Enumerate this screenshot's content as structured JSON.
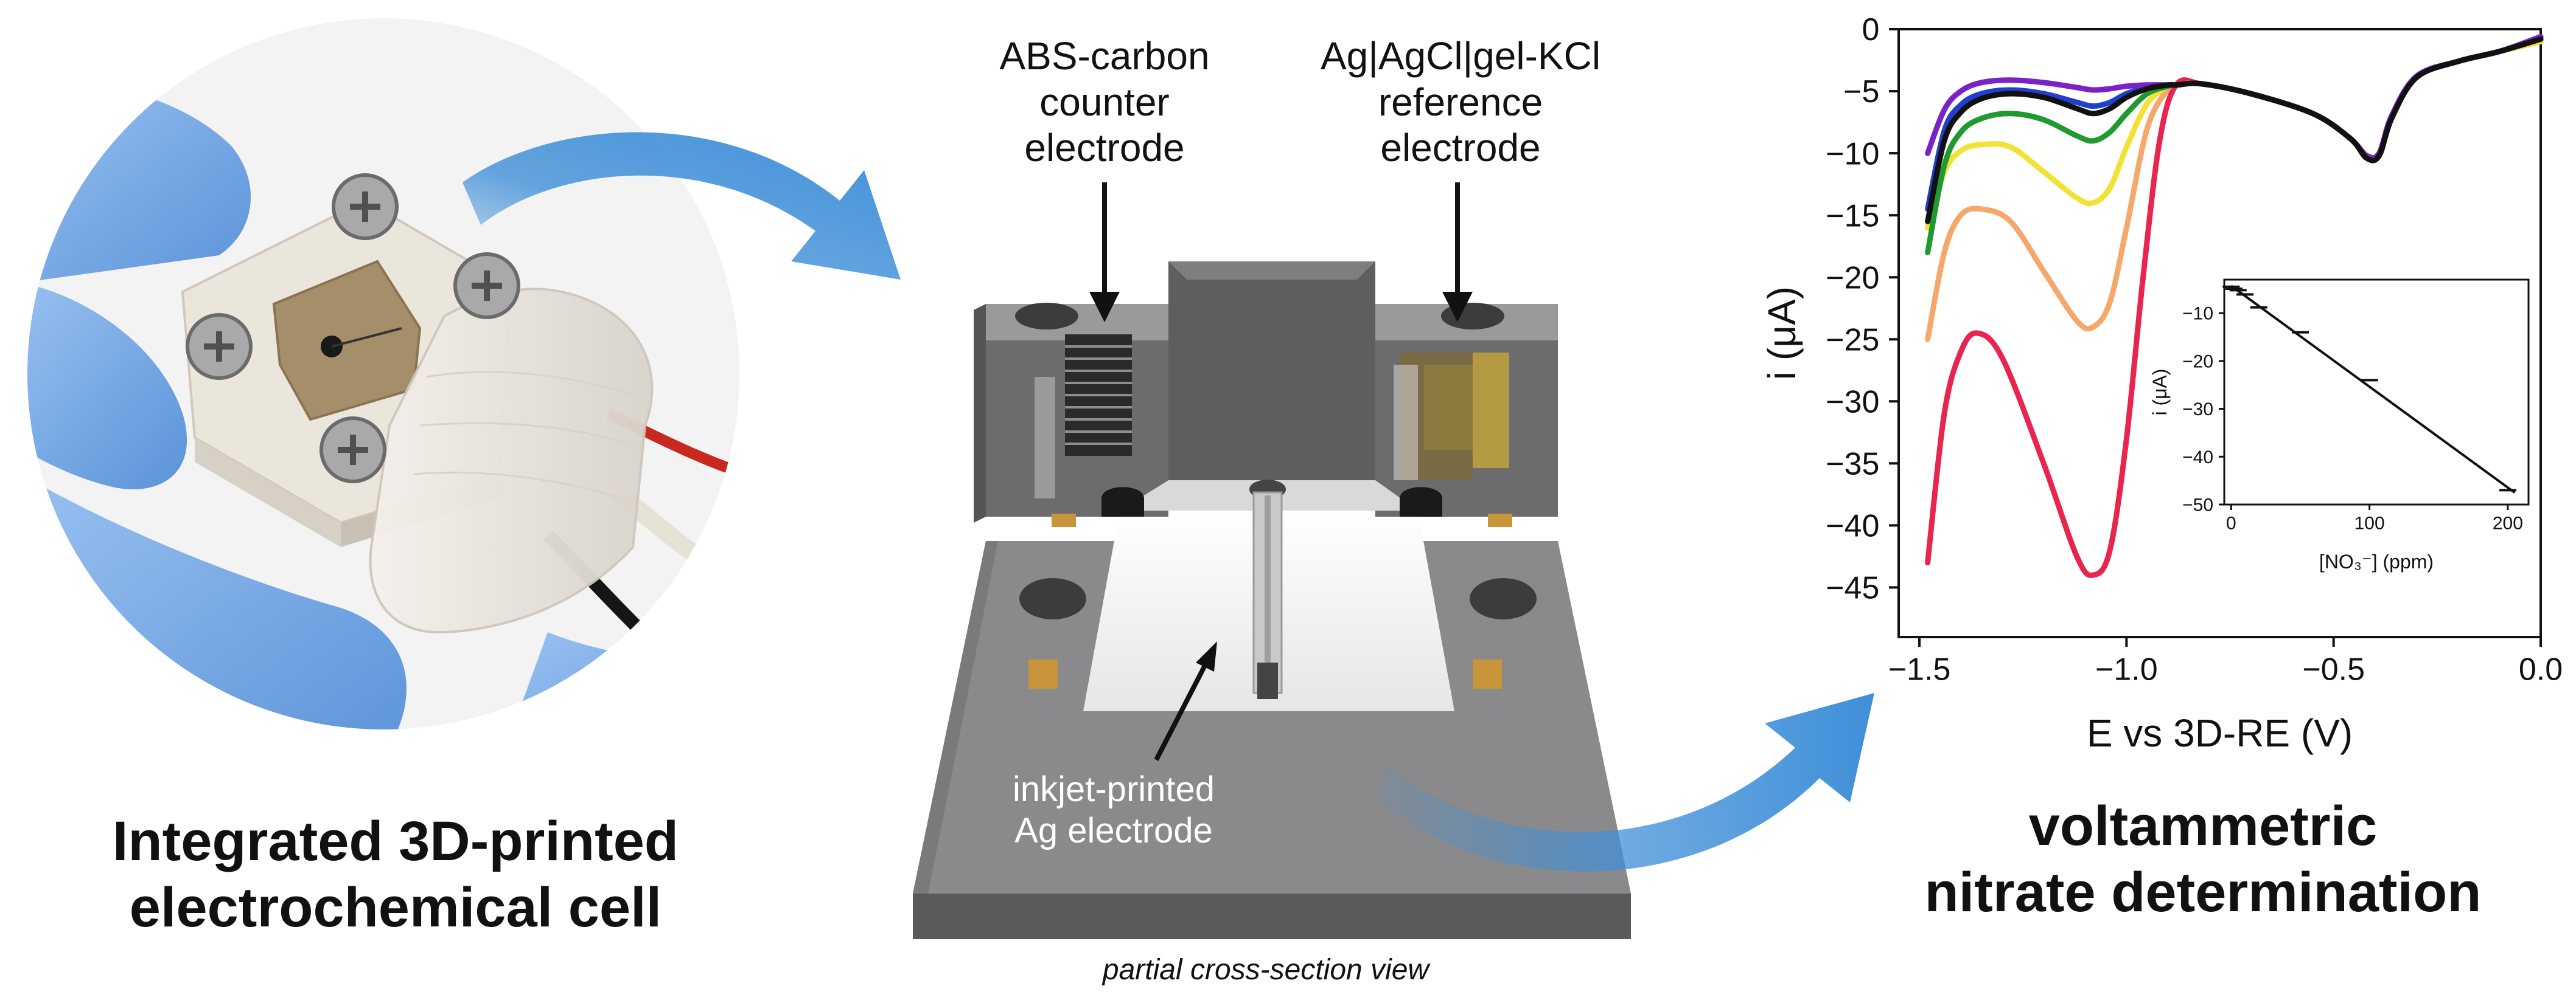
{
  "panels": {
    "left_title_line1": "Integrated 3D-printed",
    "left_title_line2": "electrochemical cell",
    "counter_top": "ABS-carbon",
    "counter_mid": "counter",
    "counter_bot": "electrode",
    "ref_top": "Ag|AgCl|gel-KCl",
    "ref_mid": "reference",
    "ref_bot": "electrode",
    "ink_top": "inkjet-printed",
    "ink_bot": "Ag electrode",
    "section_caption": "partial cross-section view",
    "right_title_line1": "voltammetric",
    "right_title_line2": "nitrate determination"
  },
  "colors": {
    "arrow_blue": "#3f8fd8",
    "glove_blue": "#7fb0ea",
    "cell_white": "#ece8df",
    "grey_block": "#6f6f71",
    "dark_grey": "#4a4a4c",
    "paper": "#f2f2f2",
    "gold_pad": "#c9953b"
  },
  "chart_data": [
    {
      "type": "line",
      "title": "",
      "xlabel": "E vs 3D-RE (V)",
      "ylabel": "i (μA)",
      "xlim": [
        -1.55,
        0.0
      ],
      "ylim": [
        -49,
        0
      ],
      "xticks": [
        -1.5,
        -1.0,
        -0.5,
        0.0
      ],
      "xtick_labels": [
        "−1.5",
        "−1.0",
        "−0.5",
        "0.0"
      ],
      "yticks": [
        0,
        -5,
        -10,
        -15,
        -20,
        -25,
        -30,
        -35,
        -40,
        -45
      ],
      "ytick_labels": [
        "0",
        "−5",
        "−10",
        "−15",
        "−20",
        "−25",
        "−30",
        "−35",
        "−40",
        "−45"
      ],
      "grid": false,
      "series": [
        {
          "color": "#e8244f",
          "x": [
            -1.48,
            -1.44,
            -1.4,
            -1.36,
            -1.3,
            -1.2,
            -1.12,
            -1.08,
            -1.04,
            -1.0,
            -0.96,
            -0.92,
            -0.88,
            -0.82,
            -0.7,
            -0.55,
            -0.46,
            -0.42,
            -0.39,
            -0.36,
            -0.3,
            -0.2,
            -0.1,
            0.0
          ],
          "y": [
            -43.0,
            -31.0,
            -26.0,
            -24.5,
            -26.5,
            -35.0,
            -42.5,
            -44.0,
            -42.0,
            -33.0,
            -20.0,
            -9.0,
            -4.5,
            -4.4,
            -5.2,
            -6.8,
            -8.8,
            -10.2,
            -10.0,
            -7.0,
            -3.8,
            -2.6,
            -1.8,
            -0.9
          ]
        },
        {
          "color": "#f5a86a",
          "x": [
            -1.48,
            -1.44,
            -1.4,
            -1.35,
            -1.28,
            -1.2,
            -1.12,
            -1.08,
            -1.04,
            -1.0,
            -0.95,
            -0.9,
            -0.88,
            -0.82,
            -0.7,
            -0.55,
            -0.46,
            -0.42,
            -0.39,
            -0.36,
            -0.3,
            -0.2,
            -0.1,
            0.0
          ],
          "y": [
            -25.0,
            -18.0,
            -15.0,
            -14.5,
            -15.5,
            -19.5,
            -23.5,
            -24.0,
            -22.0,
            -16.0,
            -8.0,
            -4.8,
            -4.5,
            -4.4,
            -5.2,
            -6.8,
            -8.8,
            -10.2,
            -10.0,
            -7.0,
            -3.8,
            -2.6,
            -1.8,
            -1.0
          ]
        },
        {
          "color": "#f2e233",
          "x": [
            -1.48,
            -1.44,
            -1.4,
            -1.35,
            -1.28,
            -1.2,
            -1.12,
            -1.08,
            -1.04,
            -1.0,
            -0.95,
            -0.9,
            -0.88,
            -0.82,
            -0.7,
            -0.55,
            -0.46,
            -0.42,
            -0.39,
            -0.36,
            -0.3,
            -0.2,
            -0.1,
            0.0
          ],
          "y": [
            -16.0,
            -11.5,
            -9.8,
            -9.3,
            -9.5,
            -11.5,
            -13.6,
            -14.0,
            -12.8,
            -9.5,
            -6.0,
            -4.6,
            -4.5,
            -4.4,
            -5.2,
            -6.8,
            -8.8,
            -10.2,
            -10.0,
            -7.0,
            -3.8,
            -2.6,
            -1.8,
            -1.0
          ]
        },
        {
          "color": "#1f9a2e",
          "x": [
            -1.48,
            -1.44,
            -1.4,
            -1.35,
            -1.28,
            -1.2,
            -1.12,
            -1.08,
            -1.04,
            -1.0,
            -0.95,
            -0.9,
            -0.88,
            -0.82,
            -0.7,
            -0.55,
            -0.46,
            -0.42,
            -0.39,
            -0.36,
            -0.3,
            -0.2,
            -0.1,
            0.0
          ],
          "y": [
            -18.0,
            -11.0,
            -8.3,
            -7.2,
            -6.8,
            -7.3,
            -8.6,
            -9.0,
            -8.3,
            -6.8,
            -5.2,
            -4.6,
            -4.5,
            -4.4,
            -5.2,
            -6.8,
            -8.8,
            -10.2,
            -10.0,
            -7.0,
            -3.8,
            -2.6,
            -1.8,
            -0.8
          ]
        },
        {
          "color": "#1f3fd0",
          "x": [
            -1.48,
            -1.44,
            -1.4,
            -1.35,
            -1.28,
            -1.2,
            -1.12,
            -1.08,
            -1.04,
            -1.0,
            -0.95,
            -0.9,
            -0.88,
            -0.82,
            -0.7,
            -0.55,
            -0.46,
            -0.42,
            -0.39,
            -0.36,
            -0.3,
            -0.2,
            -0.1,
            0.0
          ],
          "y": [
            -14.5,
            -8.2,
            -6.1,
            -5.2,
            -4.9,
            -5.2,
            -5.9,
            -6.2,
            -5.9,
            -5.2,
            -4.7,
            -4.5,
            -4.5,
            -4.4,
            -5.2,
            -6.8,
            -8.8,
            -10.2,
            -10.0,
            -7.0,
            -3.8,
            -2.6,
            -1.8,
            -0.7
          ]
        },
        {
          "color": "#7a22c8",
          "x": [
            -1.48,
            -1.44,
            -1.4,
            -1.35,
            -1.28,
            -1.2,
            -1.12,
            -1.08,
            -1.04,
            -1.0,
            -0.95,
            -0.9,
            -0.88,
            -0.82,
            -0.7,
            -0.55,
            -0.46,
            -0.42,
            -0.39,
            -0.36,
            -0.3,
            -0.2,
            -0.1,
            0.0
          ],
          "y": [
            -10.0,
            -6.5,
            -5.0,
            -4.3,
            -4.1,
            -4.3,
            -4.7,
            -4.9,
            -4.8,
            -4.6,
            -4.5,
            -4.5,
            -4.5,
            -4.4,
            -5.2,
            -6.8,
            -8.8,
            -10.2,
            -10.0,
            -7.0,
            -3.8,
            -2.6,
            -1.8,
            -0.6
          ]
        },
        {
          "color": "#111111",
          "x": [
            -1.48,
            -1.44,
            -1.4,
            -1.35,
            -1.28,
            -1.2,
            -1.12,
            -1.08,
            -1.04,
            -1.0,
            -0.95,
            -0.9,
            -0.88,
            -0.82,
            -0.7,
            -0.55,
            -0.46,
            -0.42,
            -0.39,
            -0.36,
            -0.3,
            -0.2,
            -0.1,
            0.0
          ],
          "y": [
            -15.5,
            -9.0,
            -6.7,
            -5.6,
            -5.2,
            -5.5,
            -6.4,
            -6.8,
            -6.4,
            -5.5,
            -4.8,
            -4.5,
            -4.5,
            -4.4,
            -5.2,
            -6.8,
            -8.8,
            -10.4,
            -10.2,
            -7.2,
            -3.9,
            -2.6,
            -1.8,
            -0.8
          ]
        }
      ]
    },
    {
      "type": "scatter",
      "title": "",
      "xlabel": "[NO₃⁻] (ppm)",
      "ylabel": "i (μA)",
      "xlim": [
        -5,
        215
      ],
      "ylim": [
        -50,
        -3
      ],
      "xticks": [
        0,
        100,
        200
      ],
      "xtick_labels": [
        "0",
        "100",
        "200"
      ],
      "yticks": [
        -10,
        -20,
        -30,
        -40,
        -50
      ],
      "ytick_labels": [
        "−10",
        "−20",
        "−30",
        "−40",
        "−50"
      ],
      "grid": false,
      "points": {
        "x": [
          0,
          2,
          5,
          10,
          20,
          50,
          100,
          200
        ],
        "y": [
          -4.5,
          -4.9,
          -5.2,
          -6.1,
          -8.8,
          -14.0,
          -24.0,
          -47.0
        ]
      },
      "fit": {
        "x": [
          0,
          205
        ],
        "y": [
          -4.3,
          -47.5
        ]
      }
    }
  ]
}
